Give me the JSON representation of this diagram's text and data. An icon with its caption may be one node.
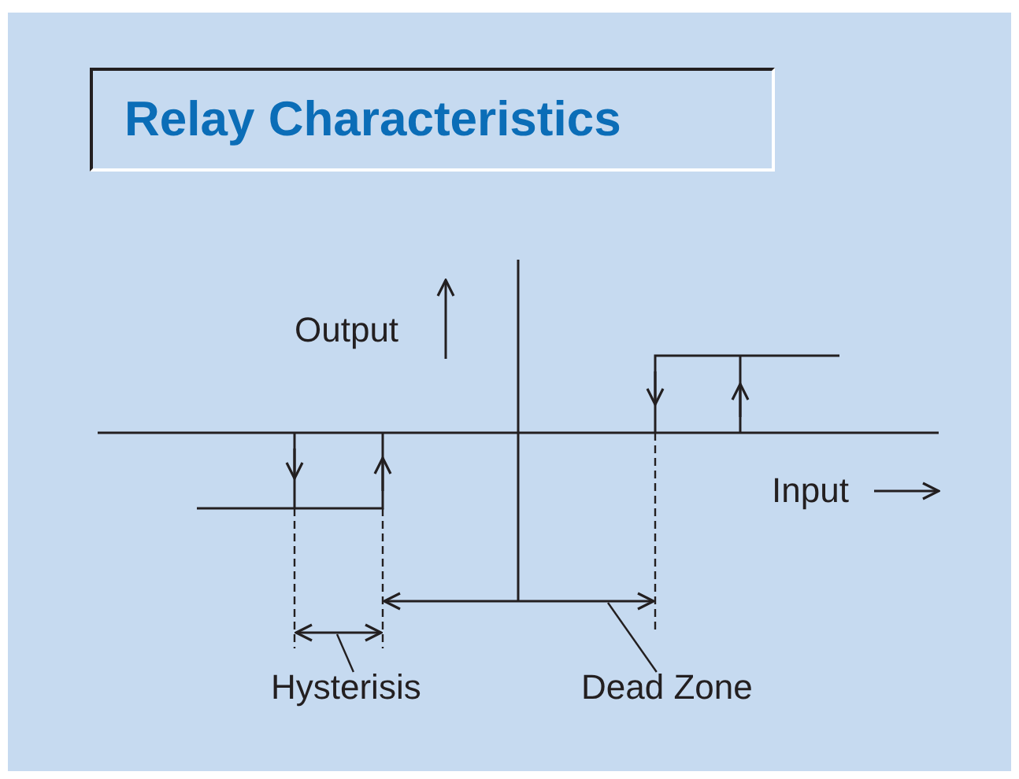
{
  "diagram": {
    "title": "Relay Characteristics",
    "nodes": [
      {
        "text": [
          "Hysterisis"
        ]
      },
      {
        "text": [
          "Dead Zone"
        ]
      }
    ],
    "edges": [
      {
        "from": 0,
        "to": null,
        "arrow": "none"
      },
      {
        "from": 1,
        "to": null,
        "arrow": "none"
      }
    ],
    "labels": [
      "Output",
      "Input"
    ]
  }
}
